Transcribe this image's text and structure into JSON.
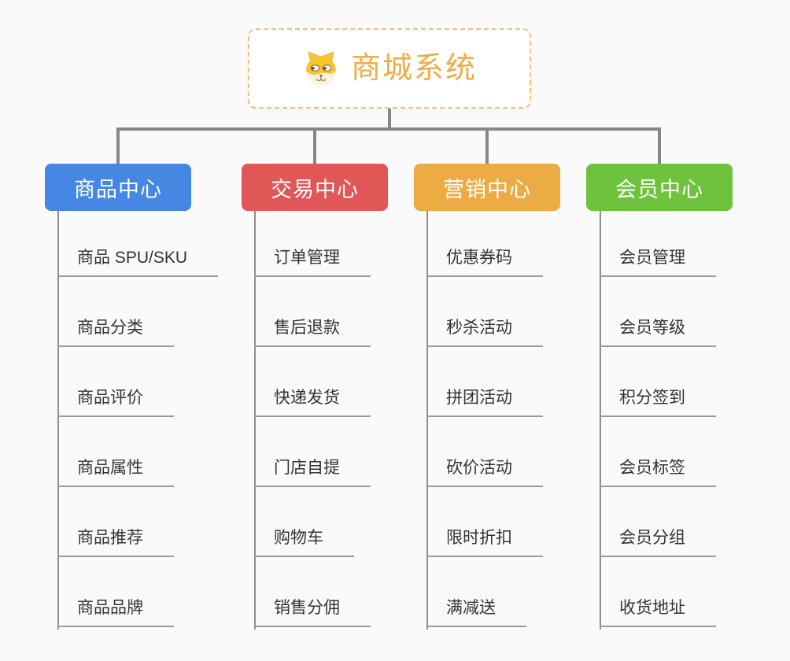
{
  "root": {
    "title": "商城系统",
    "icon": "dog-face-icon"
  },
  "branches": [
    {
      "label": "商品中心",
      "color": "#4587e2",
      "children": [
        "商品 SPU/SKU",
        "商品分类",
        "商品评价",
        "商品属性",
        "商品推荐",
        "商品品牌"
      ]
    },
    {
      "label": "交易中心",
      "color": "#e15656",
      "children": [
        "订单管理",
        "售后退款",
        "快递发货",
        "门店自提",
        "购物车",
        "销售分佣"
      ]
    },
    {
      "label": "营销中心",
      "color": "#edab43",
      "children": [
        "优惠券码",
        "秒杀活动",
        "拼团活动",
        "砍价活动",
        "限时折扣",
        "满减送"
      ]
    },
    {
      "label": "会员中心",
      "color": "#6ec23c",
      "children": [
        "会员管理",
        "会员等级",
        "积分签到",
        "会员标签",
        "会员分组",
        "收货地址"
      ]
    }
  ],
  "colors": {
    "background": "#fafafa",
    "root_border": "#eec371",
    "root_text": "#efac47",
    "connector": "#878787",
    "leaf_underline": "#9b9b9b",
    "leaf_text": "#333333"
  }
}
